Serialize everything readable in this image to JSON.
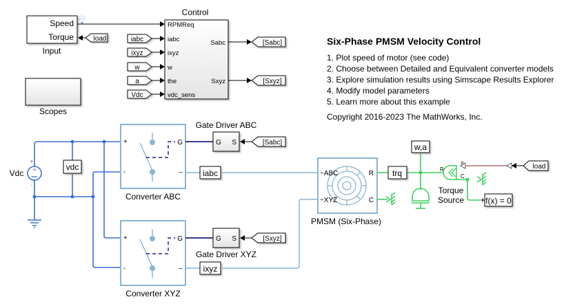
{
  "model": {
    "title": "Six-Phase PMSM Velocity Control",
    "steps": [
      "1. Plot speed of motor (see code)",
      "2. Choose between Detailed and Equivalent converter models",
      "3. Explore simulation results using Simscape Results Explorer",
      "4. Modify model parameters",
      "5. Learn more about this example"
    ],
    "copyright": "Copyright 2016-2023 The MathWorks, Inc."
  },
  "blocks": {
    "input": {
      "label": "Input",
      "ports": [
        "Speed",
        "Torque"
      ]
    },
    "control": {
      "label": "Control",
      "inputs": [
        "RPMReq",
        "iabc",
        "ixyz",
        "w",
        "the",
        "vdc_sens"
      ],
      "outputs": [
        "Sabc",
        "Sxyz"
      ]
    },
    "scopes": {
      "label": "Scopes"
    },
    "vdc_source": {
      "label": "Vdc",
      "plus": "+",
      "minus": "-"
    },
    "vdc_sensor": {
      "label": "vdc"
    },
    "converter_abc": {
      "label": "Converter ABC",
      "ports": [
        "+",
        "-",
        "G",
        "~"
      ]
    },
    "converter_xyz": {
      "label": "Converter XYZ",
      "ports": [
        "+",
        "-",
        "G",
        "~"
      ]
    },
    "gate_driver_abc": {
      "label": "Gate Driver ABC",
      "ports": [
        "G",
        "S"
      ]
    },
    "gate_driver_xyz": {
      "label": "Gate Driver XYZ",
      "ports": [
        "G",
        "S"
      ]
    },
    "pmsm": {
      "label": "PMSM (Six-Phase)",
      "ports": [
        "~ABC",
        "~XYZ",
        "R",
        "C"
      ]
    },
    "torque_source": {
      "label_line1": "Torque",
      "label_line2": "Source",
      "ports": [
        "S",
        "R",
        "C"
      ]
    },
    "solver": {
      "label": "f(x) = 0"
    }
  },
  "tags": {
    "from": {
      "iabc": "iabc",
      "ixyz": "ixyz",
      "w": "w",
      "a": "a",
      "Vdc": "Vdc",
      "load_input": "load",
      "Sabc": "[Sabc]",
      "Sxyz": "[Sxyz]",
      "load_torque": "load"
    },
    "goto": {
      "Sabc": "[Sabc]",
      "Sxyz": "[Sxyz]"
    },
    "sensors": {
      "iabc": "iabc",
      "ixyz": "ixyz",
      "trq": "trq",
      "wa": "w,a"
    }
  },
  "colors": {
    "electrical": "#3a6fd8",
    "converter": "#8ab4d4",
    "gate": "#1a237e",
    "mechanical": "#3ecf5e",
    "physical_signal": "#b07070"
  }
}
